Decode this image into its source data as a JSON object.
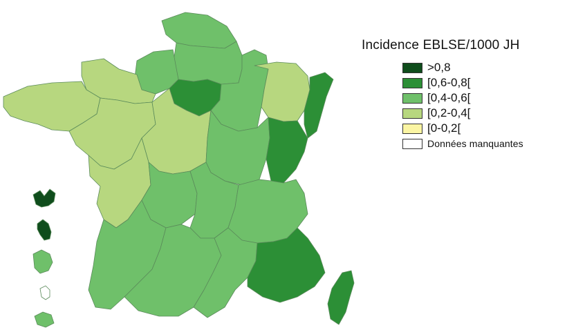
{
  "legend": {
    "title": "Incidence EBLSE/1000 JH",
    "classes": [
      {
        "label": ">0,8",
        "color": "#0f4d1c"
      },
      {
        "label": "[0,6-0,8[",
        "color": "#2c8f36"
      },
      {
        "label": "[0,4-0,6[",
        "color": "#6fc06a"
      },
      {
        "label": "[0,2-0,4[",
        "color": "#b7d77f"
      },
      {
        "label": "[0-0,2[",
        "color": "#fbf5a3"
      },
      {
        "label": "Données manquantes",
        "color": "#ffffff"
      }
    ]
  },
  "regions": [
    {
      "name": "Nord-Pas-de-Calais",
      "class": 2
    },
    {
      "name": "Picardie",
      "class": 2
    },
    {
      "name": "Haute-Normandie",
      "class": 2
    },
    {
      "name": "Ile-de-France",
      "class": 1
    },
    {
      "name": "Champagne-Ardenne",
      "class": 2
    },
    {
      "name": "Lorraine",
      "class": 3
    },
    {
      "name": "Alsace",
      "class": 1
    },
    {
      "name": "Basse-Normandie",
      "class": 3
    },
    {
      "name": "Bretagne",
      "class": 3
    },
    {
      "name": "Pays de la Loire",
      "class": 3
    },
    {
      "name": "Centre",
      "class": 3
    },
    {
      "name": "Bourgogne",
      "class": 2
    },
    {
      "name": "Franche-Comté",
      "class": 1
    },
    {
      "name": "Poitou-Charentes",
      "class": 3
    },
    {
      "name": "Limousin",
      "class": 2
    },
    {
      "name": "Auvergne",
      "class": 2
    },
    {
      "name": "Rhône-Alpes",
      "class": 2
    },
    {
      "name": "Aquitaine",
      "class": 2
    },
    {
      "name": "Midi-Pyrénées",
      "class": 2
    },
    {
      "name": "Languedoc-Roussillon",
      "class": 2
    },
    {
      "name": "Provence-Alpes-Côte d'Azur",
      "class": 1
    },
    {
      "name": "Corse",
      "class": 1
    },
    {
      "name": "Guadeloupe",
      "class": 0
    },
    {
      "name": "Martinique",
      "class": 0
    },
    {
      "name": "Guyane",
      "class": 2
    },
    {
      "name": "La Réunion",
      "class": 5
    },
    {
      "name": "Mayotte",
      "class": 2
    }
  ]
}
